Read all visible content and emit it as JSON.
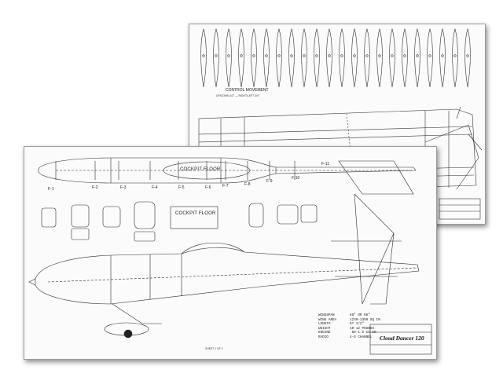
{
  "plan": {
    "title": "Cloud Dancer 120",
    "sheet_number": "SHEET 1 OF 2",
    "cockpit_floor": "COCKPIT FLOOR",
    "control_movement": "CONTROL MOVEMENT",
    "former_labels": [
      "F-1",
      "F-2",
      "F-3",
      "F-4",
      "F-5",
      "F-6",
      "F-7",
      "F-8",
      "F-9",
      "F-10",
      "F-11"
    ],
    "specs": {
      "labels": [
        "WINGSPAN",
        "WING AREA",
        "LENGTH",
        "WEIGHT",
        "ENGINE",
        "RADIO"
      ],
      "values": [
        "86\" OR 98\"",
        "1230-1350 SQ IN",
        "67 1/2\"",
        "10-12 POUNDS",
        ".60-1.5 CU IN",
        "4-5 CHANNEL"
      ]
    }
  },
  "colors": {
    "line": "#2a2a2a",
    "paper": "#fbfbfb",
    "shadow": "#555555"
  }
}
